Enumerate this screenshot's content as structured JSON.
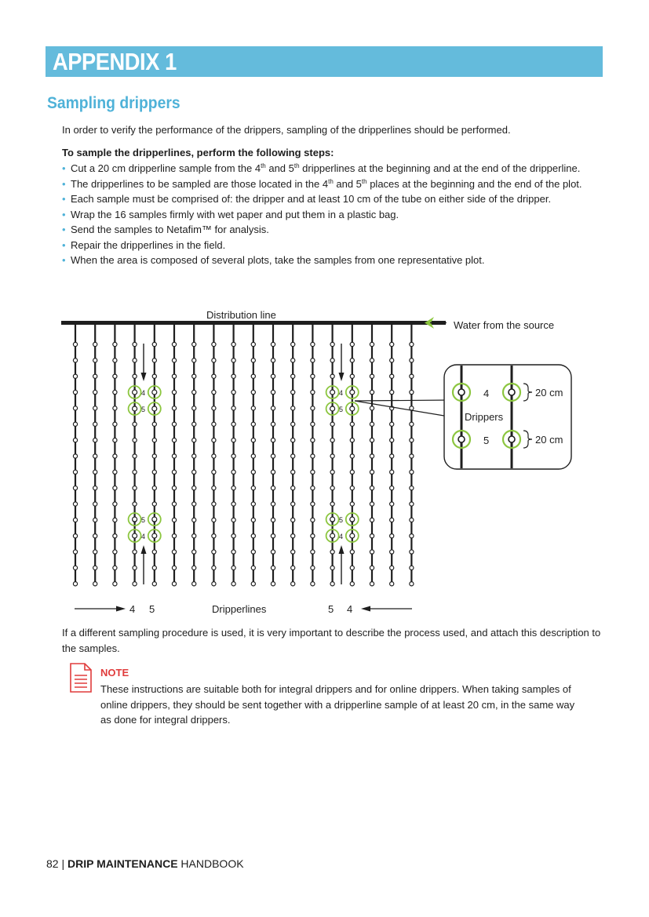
{
  "banner": {
    "title": "APPENDIX 1"
  },
  "section": {
    "title": "Sampling drippers",
    "intro": "In order to verify the performance of the drippers, sampling of the dripperlines should be performed."
  },
  "steps": {
    "heading": "To sample the dripperlines, perform the following steps:",
    "bullet": "•",
    "item1": {
      "a": "Cut a 20 cm dripperline sample from the 4",
      "sup1": "th",
      "b": " and 5",
      "sup2": "th",
      "c": " dripperlines at the beginning and at the end of the dripperline."
    },
    "item2": {
      "a": "The dripperlines to be sampled are those located in the 4",
      "sup1": "th",
      "b": " and 5",
      "sup2": "th",
      "c": " places at the beginning and the end of the plot."
    },
    "item3": "Each sample must be comprised of: the dripper and at least 10 cm of the tube on either side of the dripper.",
    "item4": "Wrap the 16 samples firmly with wet paper and put them in a plastic bag.",
    "item5": "Send the samples to Netafim™ for analysis.",
    "item6": "Repair the dripperlines in the field.",
    "item7": "When the area is composed of several plots, take the samples from one representative plot."
  },
  "diagram": {
    "distribution_line": "Distribution line",
    "water_source": "Water from the source",
    "num4": "4",
    "num5": "5",
    "dripperlines": "Dripperlines",
    "drippers": "Drippers",
    "length": "20 cm",
    "accent_color": "#8cc63f"
  },
  "after_text": "If a different sampling procedure is used, it is very important to describe the process used, and attach this description to the samples.",
  "note": {
    "title": "NOTE",
    "body": "These instructions are suitable both for integral drippers and for online drippers. When taking samples of online drippers, they should be sent together with a dripperline sample of at least 20 cm, in the same way as done for integral drippers."
  },
  "footer": {
    "page": "82",
    "sep": "|",
    "title_bold": "DRIP MAINTENANCE",
    "title_rest": "HANDBOOK"
  }
}
